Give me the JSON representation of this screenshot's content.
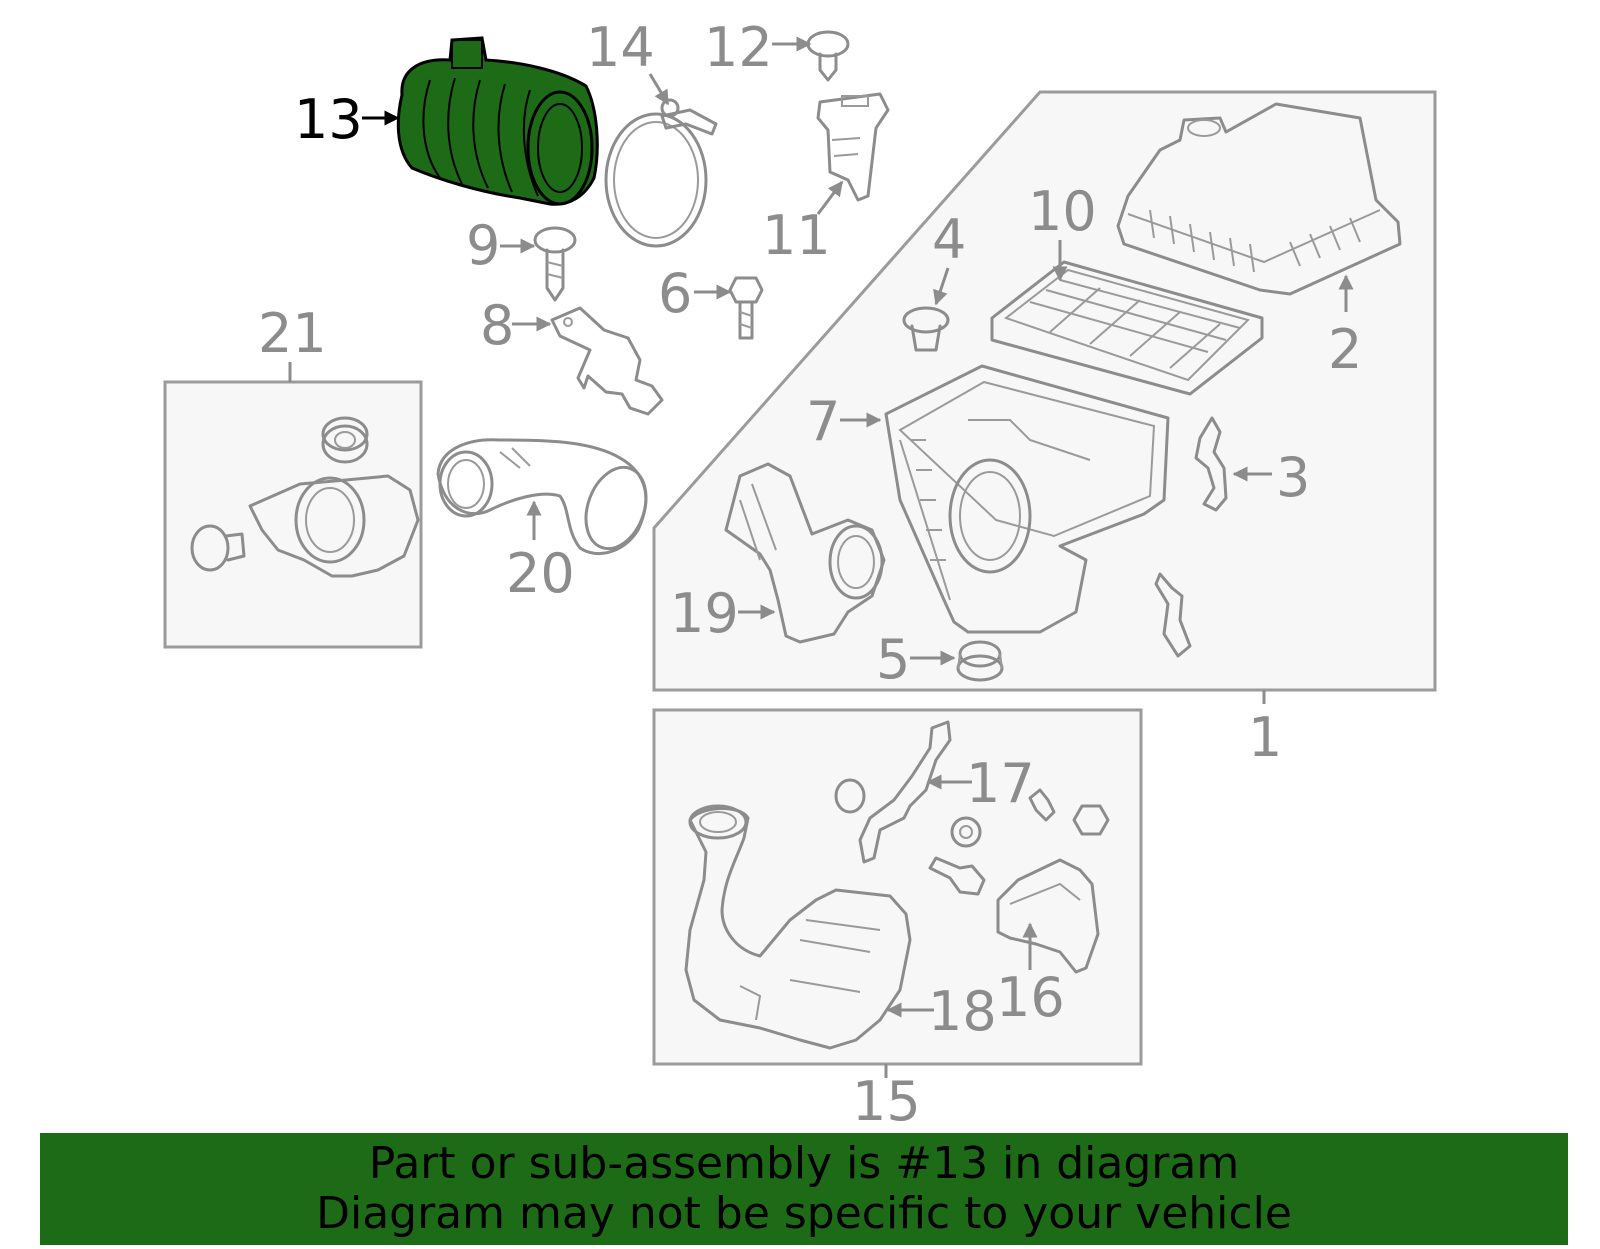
{
  "colors": {
    "highlight_fill": "#1e6b17",
    "part_stroke": "#8c8c8c",
    "box_fill": "#f7f7f7",
    "banner_bg": "#1e6b17"
  },
  "highlighted_part": "13",
  "callouts": {
    "c1": "1",
    "c2": "2",
    "c3": "3",
    "c4": "4",
    "c5": "5",
    "c6": "6",
    "c7": "7",
    "c8": "8",
    "c9": "9",
    "c10": "10",
    "c11": "11",
    "c12": "12",
    "c13": "13",
    "c14": "14",
    "c15": "15",
    "c16": "16",
    "c17": "17",
    "c18": "18",
    "c19": "19",
    "c20": "20",
    "c21": "21"
  },
  "banner": {
    "line1": "Part or sub-assembly is #13 in diagram",
    "line2": "Diagram may not be specific to your vehicle"
  }
}
